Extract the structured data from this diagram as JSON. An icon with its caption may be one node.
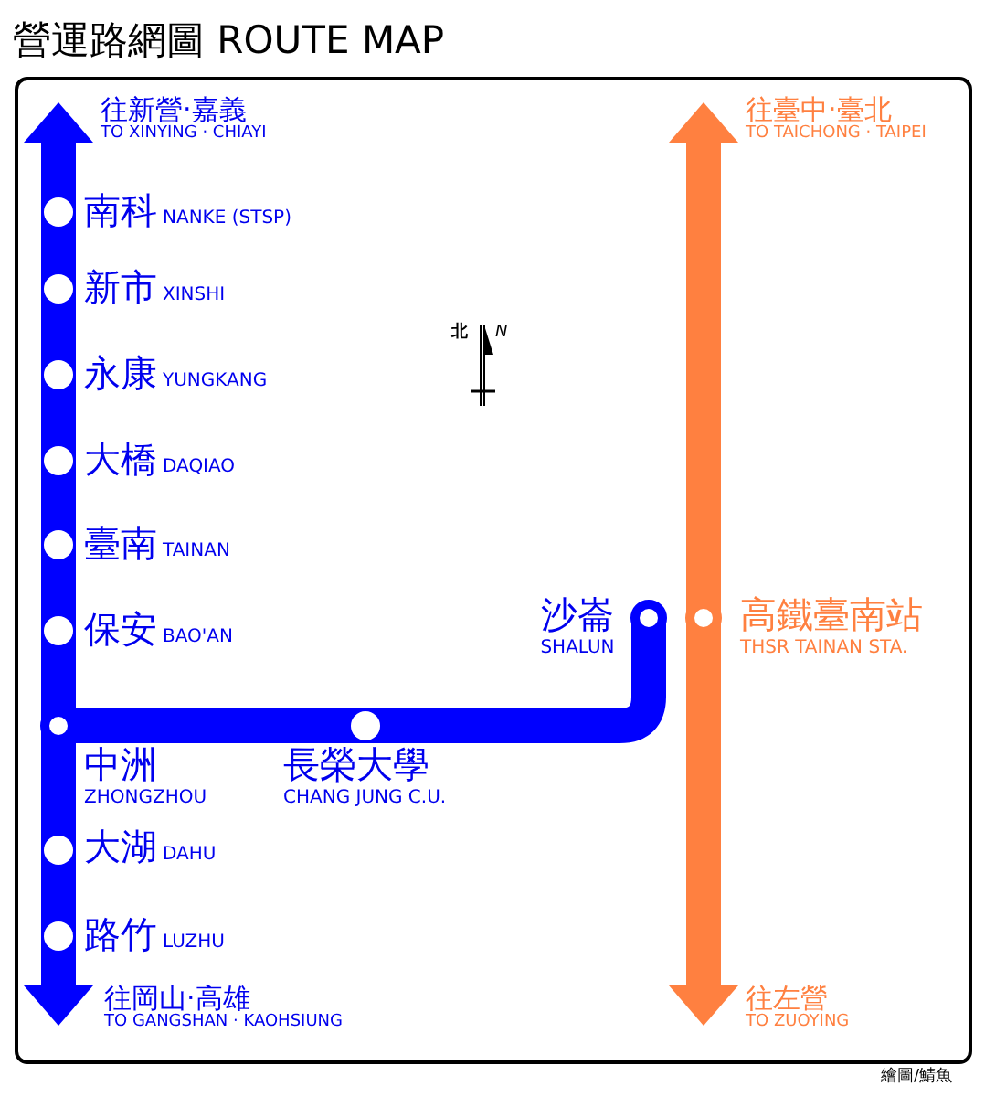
{
  "diagram": {
    "title": "營運路網圖 ROUTE MAP",
    "nodes": [
      {
        "text": [
          "南科",
          "NANKE (STSP)"
        ]
      },
      {
        "text": [
          "新市",
          "XINSHI"
        ]
      },
      {
        "text": [
          "永康",
          "YUNGKANG"
        ]
      },
      {
        "text": [
          "大橋",
          "DAQIAO"
        ]
      },
      {
        "text": [
          "臺南",
          "TAINAN"
        ]
      },
      {
        "text": [
          "保安",
          "BAO'AN"
        ]
      },
      {
        "text": [
          "中洲",
          "ZHONGZHOU"
        ]
      },
      {
        "text": [
          "大湖",
          "DAHU"
        ]
      },
      {
        "text": [
          "路竹",
          "LUZHU"
        ]
      },
      {
        "text": [
          "長榮大學",
          "CHANG JUNG C.U."
        ]
      },
      {
        "text": [
          "沙崙",
          "SHALUN"
        ]
      },
      {
        "text": [
          "高鐵臺南站",
          "THSR TAINAN STA."
        ]
      },
      {
        "text": [
          "往新營‧嘉義",
          "TO XINYING · CHIAYI"
        ]
      },
      {
        "text": [
          "往岡山‧高雄",
          "TO GANGSHAN · KAOHSIUNG"
        ]
      },
      {
        "text": [
          "往臺中‧臺北",
          "TO TAICHONG · TAIPEI"
        ]
      },
      {
        "text": [
          "往左營",
          "TO ZUOYING"
        ]
      }
    ],
    "edges": [
      {
        "from": 0,
        "to": 12,
        "arrow": "to"
      },
      {
        "from": 0,
        "to": 1,
        "arrow": "none"
      },
      {
        "from": 1,
        "to": 2,
        "arrow": "none"
      },
      {
        "from": 2,
        "to": 3,
        "arrow": "none"
      },
      {
        "from": 3,
        "to": 4,
        "arrow": "none"
      },
      {
        "from": 4,
        "to": 5,
        "arrow": "none"
      },
      {
        "from": 5,
        "to": 6,
        "arrow": "none"
      },
      {
        "from": 6,
        "to": 7,
        "arrow": "none"
      },
      {
        "from": 7,
        "to": 8,
        "arrow": "none"
      },
      {
        "from": 8,
        "to": 13,
        "arrow": "to"
      },
      {
        "from": 6,
        "to": 9,
        "arrow": "none"
      },
      {
        "from": 9,
        "to": 10,
        "arrow": "none"
      },
      {
        "from": 11,
        "to": 14,
        "arrow": "to",
        "color": "#ff8040"
      },
      {
        "from": 11,
        "to": 15,
        "arrow": "to",
        "color": "#ff8040"
      }
    ],
    "labels": [
      "北",
      "N",
      "繪圖/鯖魚"
    ]
  }
}
